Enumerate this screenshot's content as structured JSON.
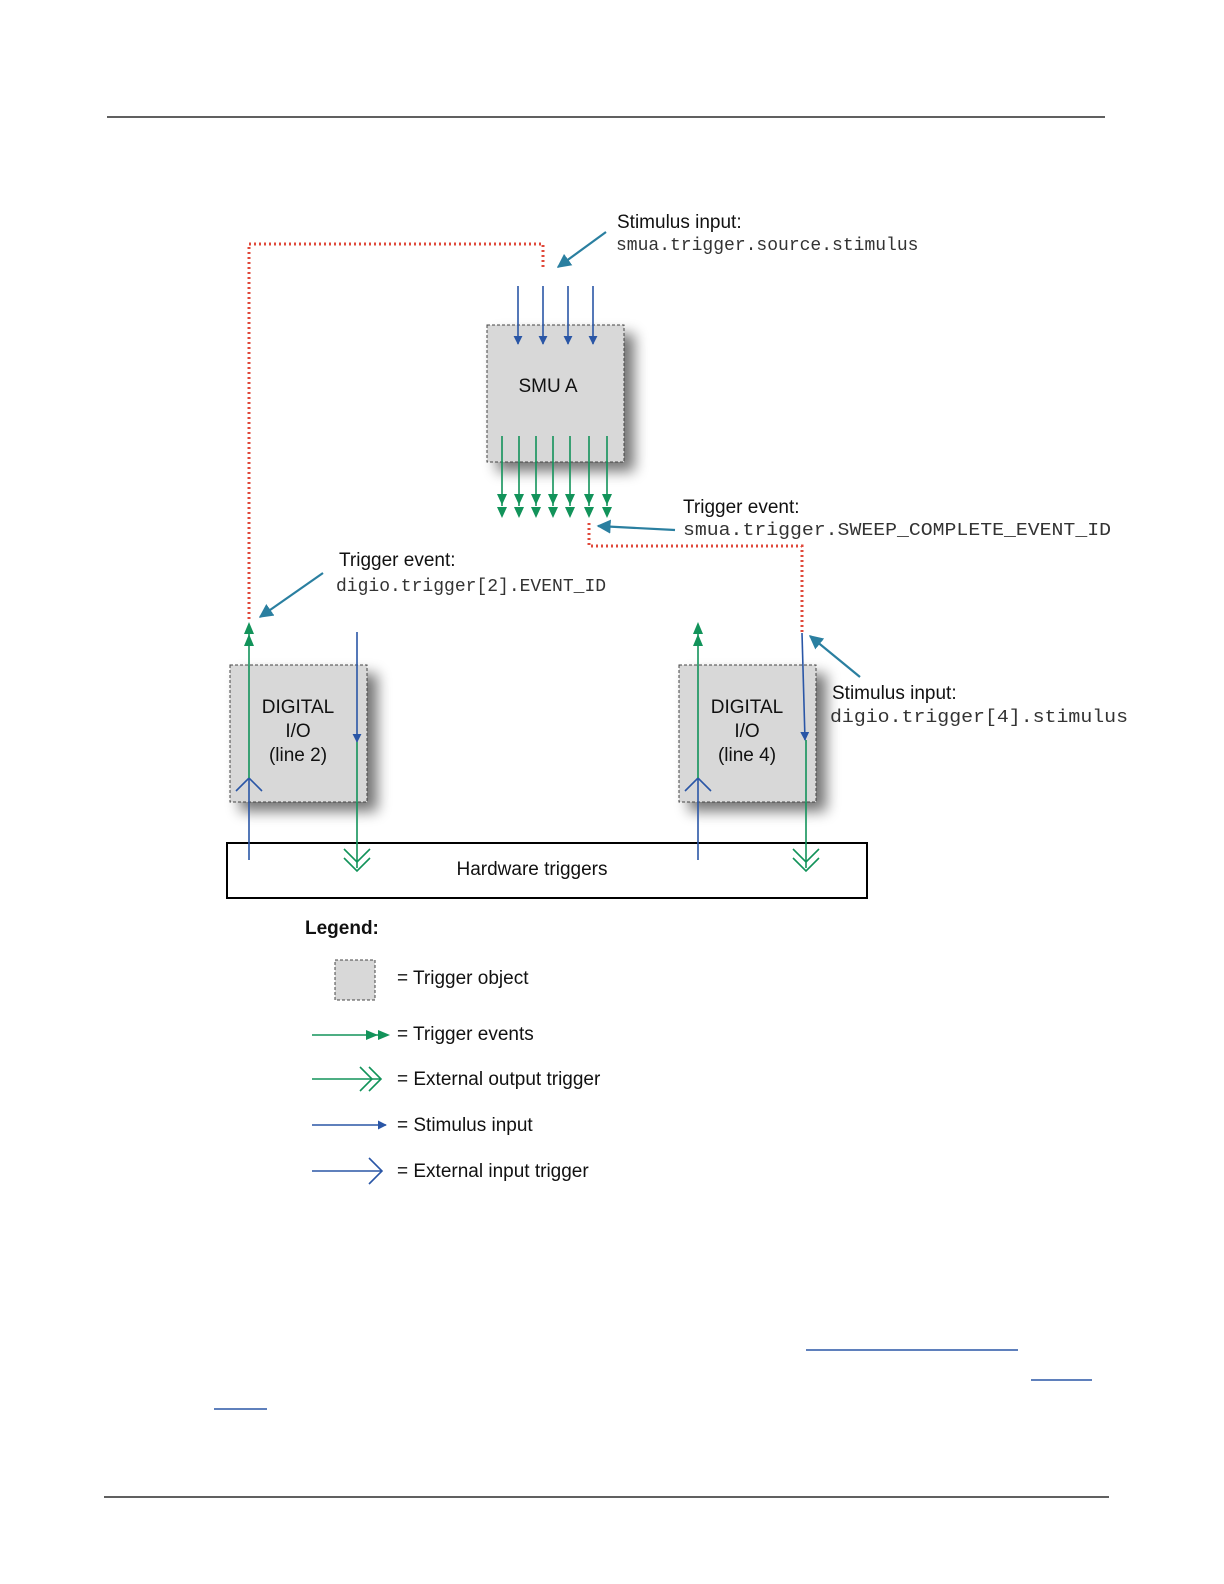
{
  "colors": {
    "green": "#12935a",
    "blue": "#2a56a6",
    "red_dotted": "#e0483a",
    "callout": "#2a7fa0",
    "box_fill": "#d8d8d8",
    "rule": "#000000"
  },
  "diagram": {
    "smu_label": "SMU A",
    "dio2_label": [
      "DIGITAL",
      "I/O",
      "(line 2)"
    ],
    "dio4_label": [
      "DIGITAL",
      "I/O",
      "(line 4)"
    ],
    "hardware_label": "Hardware triggers",
    "callout_stim_smu": {
      "title": "Stimulus input:",
      "code": "smua.trigger.source.stimulus"
    },
    "callout_event_smu": {
      "title": "Trigger event:",
      "code": "smua.trigger.SWEEP_COMPLETE_EVENT_ID"
    },
    "callout_event_dio2": {
      "title": "Trigger event:",
      "code": "digio.trigger[2].EVENT_ID"
    },
    "callout_stim_dio4": {
      "title": "Stimulus input:",
      "code": "digio.trigger[4].stimulus"
    }
  },
  "legend": {
    "title": "Legend:",
    "items": [
      {
        "icon": "trigger-object-icon",
        "label": "= Trigger object"
      },
      {
        "icon": "trigger-event-arrow-icon",
        "label": "= Trigger events"
      },
      {
        "icon": "external-output-arrow-icon",
        "label": "= External output trigger"
      },
      {
        "icon": "stimulus-arrow-icon",
        "label": "= Stimulus input"
      },
      {
        "icon": "external-input-arrow-icon",
        "label": "= External input trigger"
      }
    ]
  }
}
